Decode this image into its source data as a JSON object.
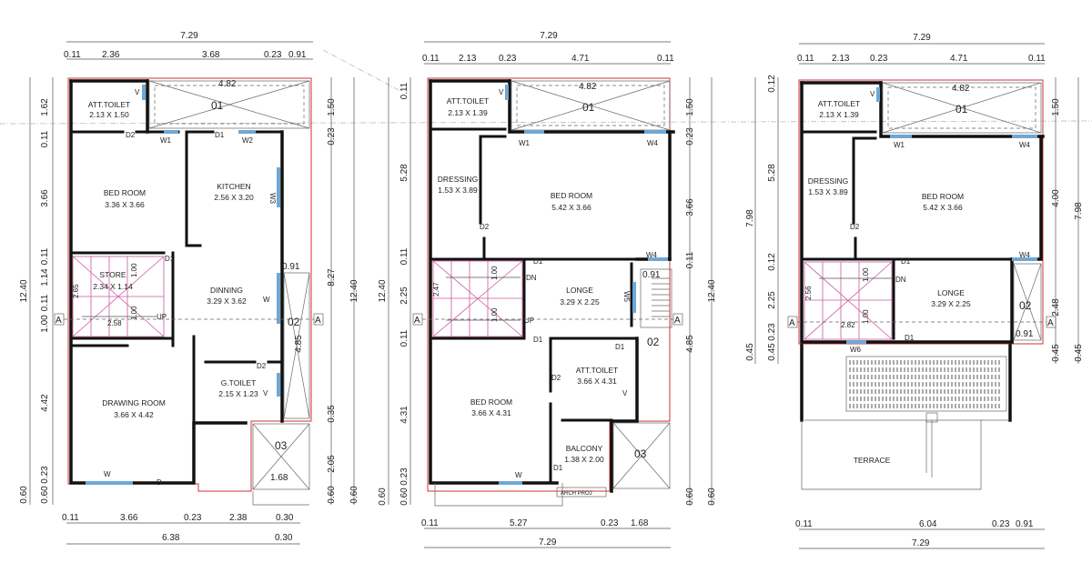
{
  "plan1": {
    "top_total": "7.29",
    "top_dims": [
      "0.11",
      "2.36",
      "3.68",
      "0.23",
      "0.91"
    ],
    "bottom_dims": [
      "0.11",
      "3.66",
      "0.23",
      "2.38",
      "0.30"
    ],
    "bottom_total": "6.38",
    "bottom_total_right": "0.30",
    "left_dims": [
      "1.62",
      "0.11",
      "3.66",
      "0.11",
      "1.14",
      "0.11",
      "1.00",
      "4.42",
      "0.60",
      "0.23"
    ],
    "left_total": "12.40",
    "left_bottom": "0.60",
    "right_dims": [
      "1.50",
      "0.23",
      "8.27",
      "0.35",
      "2.05",
      "0.60"
    ],
    "right_total": "12.40",
    "rooms": [
      {
        "name": "ATT.TOILET",
        "size": "2.13 X 1.50"
      },
      {
        "name": "BED ROOM",
        "size": "3.36 X 3.66"
      },
      {
        "name": "KITCHEN",
        "size": "2.56 X 3.20"
      },
      {
        "name": "STORE",
        "size": "2.34 X 1.14"
      },
      {
        "name": "DINNING",
        "size": "3.29 X 3.62"
      },
      {
        "name": "G.TOILET",
        "size": "2.15 X 1.23"
      },
      {
        "name": "DRAWING ROOM",
        "size": "3.66 X 4.42"
      }
    ],
    "shaft_top_dim": "4.82",
    "tags": {
      "duct": "01",
      "open2": "02",
      "open3": "03",
      "section": "A"
    },
    "misc_dims": {
      "d091": "0.91",
      "d485": "4.85",
      "d168": "1.68",
      "s100a": "1.00",
      "s100b": "1.00",
      "s265": "2.65",
      "s258": "2.58"
    },
    "labels": {
      "att_toilet_door": "D2",
      "w1": "W1",
      "d1": "D1",
      "w2": "W2",
      "w3": "W3",
      "store_door": "D1",
      "w": "W",
      "gt_door": "D2",
      "v1": "V",
      "v2": "V",
      "up": "UP",
      "w_bottom": "W",
      "d_bottom": "D"
    }
  },
  "plan2": {
    "top_total": "7.29",
    "top_dims": [
      "0.11",
      "2.13",
      "0.23",
      "4.71",
      "0.11"
    ],
    "bottom_dims": [
      "0.11",
      "5.27",
      "0.23",
      "1.68"
    ],
    "bottom_total": "7.29",
    "left_dims": [
      "0.11",
      "5.28",
      "0.11",
      "2.25",
      "0.11",
      "4.31",
      "0.60",
      "0.23"
    ],
    "left_total": "12.40",
    "left_bottom": "0.60",
    "right_dims": [
      "1.50",
      "0.23",
      "3.66",
      "0.11",
      "4.85",
      "0.60"
    ],
    "right_total": "12.40",
    "rooms": [
      {
        "name": "ATT.TOILET",
        "size": "2.13 X 1.39"
      },
      {
        "name": "DRESSING",
        "size": "1.53 X 3.89"
      },
      {
        "name": "BED ROOM",
        "size": "5.42 X 3.66"
      },
      {
        "name": "LONGE",
        "size": "3.29 X 2.25"
      },
      {
        "name": "ATT.TOILET",
        "size": "3.66 X 4.31"
      },
      {
        "name": "BED ROOM",
        "size": "3.66 X 4.31"
      },
      {
        "name": "BALCONY",
        "size": "1.38 X 2.00"
      }
    ],
    "shaft_top_dim": "4.82",
    "tags": {
      "duct": "01",
      "open2": "02",
      "open3": "03",
      "section": "A"
    },
    "misc_dims": {
      "d091": "0.91",
      "s100a": "1.00",
      "s100b": "1.00",
      "s247": "2.47"
    },
    "labels": {
      "w1": "W1",
      "w4a": "W4",
      "d2": "D2",
      "d1a": "D1",
      "w4b": "W4",
      "dn": "DN",
      "up": "UP",
      "w5": "W5",
      "d1b": "D1",
      "d1c": "D1",
      "d2b": "D2",
      "v": "V",
      "w_bottom": "W",
      "d1d": "D1",
      "arch": "ARCH PROJ",
      "v2": "V"
    }
  },
  "plan3": {
    "top_total": "7.29",
    "top_dims": [
      "0.11",
      "2.13",
      "0.23",
      "4.71",
      "0.11"
    ],
    "bottom_dims": [
      "0.11",
      "6.04",
      "0.23",
      "0.91"
    ],
    "bottom_total": "7.29",
    "left_dims": [
      "0.12",
      "5.28",
      "0.12",
      "2.25",
      "0.23",
      "0.45"
    ],
    "left_total": "7.98",
    "left_bottom": "0.45",
    "right_dims": [
      "1.50",
      "4.00",
      "2.48",
      "0.45"
    ],
    "right_total": "7.98",
    "rooms": [
      {
        "name": "ATT.TOILET",
        "size": "2.13 X 1.39"
      },
      {
        "name": "DRESSING",
        "size": "1.53 X 3.89"
      },
      {
        "name": "BED ROOM",
        "size": "5.42 X 3.66"
      },
      {
        "name": "LONGE",
        "size": "3.29 X 2.25"
      },
      {
        "name": "TERRACE",
        "size": ""
      }
    ],
    "shaft_top_dim": "4.82",
    "tags": {
      "duct": "01",
      "open2": "02",
      "section": "A"
    },
    "misc_dims": {
      "d091": "0.91",
      "s100a": "1.00",
      "s100b": "1.00",
      "s256": "2.56",
      "s282": "2.82"
    },
    "labels": {
      "w1": "W1",
      "w4a": "W4",
      "d2": "D2",
      "d1a": "D1",
      "w4b": "W4",
      "dn": "DN",
      "w6": "W6",
      "d1b": "D1",
      "v": "V"
    }
  }
}
